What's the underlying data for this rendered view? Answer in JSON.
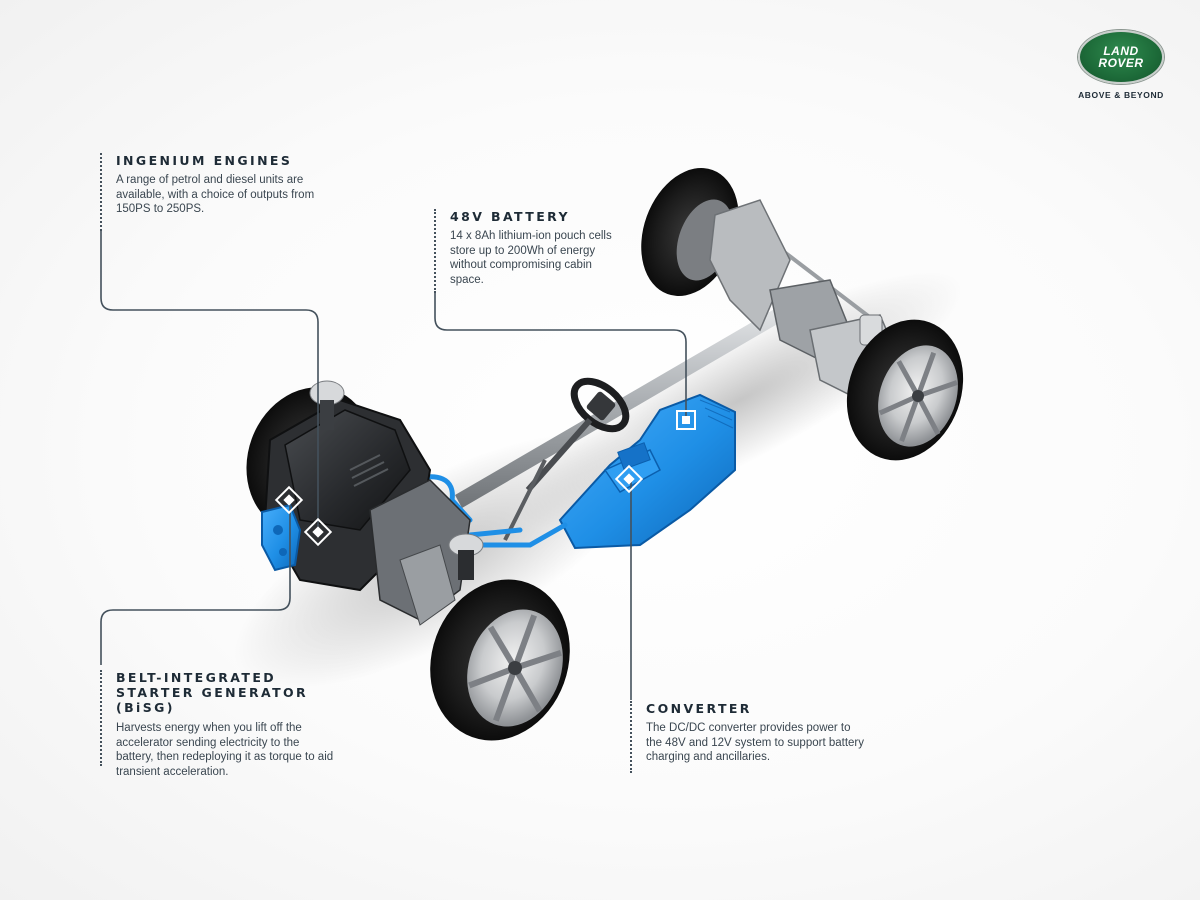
{
  "brand": {
    "logo_line1": "LAND",
    "logo_line2": "ROVER",
    "tagline": "ABOVE & BEYOND",
    "logo_green": "#1d6b39"
  },
  "callouts": [
    {
      "id": "ingenium-engines",
      "title": "INGENIUM ENGINES",
      "body": "A range of petrol and diesel units are available, with a choice of outputs from 150PS to 250PS."
    },
    {
      "id": "48v-battery",
      "title": "48V BATTERY",
      "body": "14 x 8Ah lithium-ion pouch cells store up to 200Wh of energy without compromising cabin space."
    },
    {
      "id": "bisg",
      "title_line1": "BELT-INTEGRATED",
      "title_line2": "STARTER GENERATOR (BiSG)",
      "body": "Harvests energy when you lift off the accelerator sending electricity to the battery, then redeploying it as torque to aid transient acceleration."
    },
    {
      "id": "converter",
      "title": "CONVERTER",
      "body": "The DC/DC converter provides power to the 48V and 12V system to support battery charging and ancillaries."
    }
  ],
  "colors": {
    "accent_blue": "#1f8fe6",
    "leader_line": "#44515c",
    "heading": "#1e2b36"
  }
}
